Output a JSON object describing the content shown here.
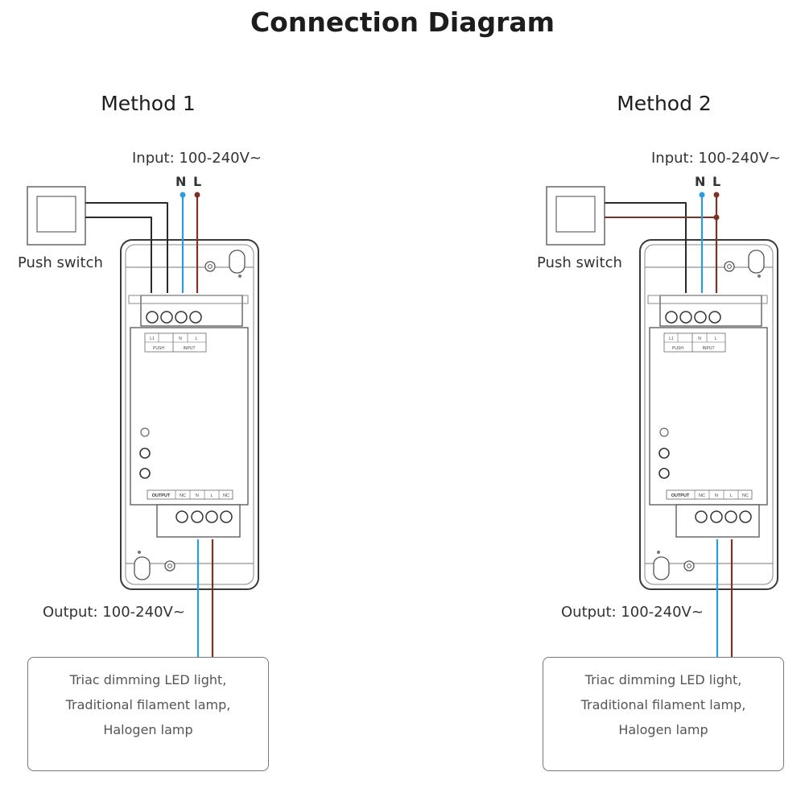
{
  "title": "Connection Diagram",
  "colors": {
    "neutral_wire": "#2b9be0",
    "live_wire": "#7a3322",
    "switch_wire": "#2a2a2a",
    "device_outline": "#3a3a3a"
  },
  "methods": [
    {
      "title": "Method 1",
      "input_label": "Input: 100-240V~",
      "n_label": "N",
      "l_label": "L",
      "switch_label": "Push switch",
      "output_label": "Output: 100-240V~",
      "load_lines": [
        "Triac dimming LED light,",
        "Traditional filament lamp,",
        "Halogen lamp"
      ],
      "input_terminal_labels": [
        "L1",
        "N",
        "L"
      ],
      "input_group_labels": [
        "PUSH",
        "INPUT"
      ],
      "output_terminal_labels": [
        "OUTPUT",
        "NC",
        "N",
        "L",
        "NC"
      ]
    },
    {
      "title": "Method 2",
      "input_label": "Input: 100-240V~",
      "n_label": "N",
      "l_label": "L",
      "switch_label": "Push switch",
      "output_label": "Output: 100-240V~",
      "load_lines": [
        "Triac dimming LED light,",
        "Traditional filament lamp,",
        "Halogen lamp"
      ],
      "input_terminal_labels": [
        "L1",
        "N",
        "L"
      ],
      "input_group_labels": [
        "PUSH",
        "INPUT"
      ],
      "output_terminal_labels": [
        "OUTPUT",
        "NC",
        "N",
        "L",
        "NC"
      ]
    }
  ]
}
